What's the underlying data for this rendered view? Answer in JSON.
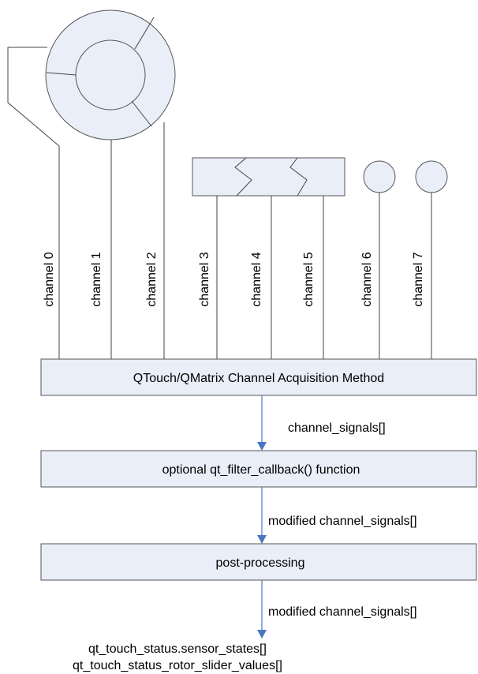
{
  "colors": {
    "box_fill": "#e9eef8",
    "box_stroke": "#555555",
    "wire": "#444444",
    "arrow": "#4a78c0"
  },
  "channels": [
    "channel 0",
    "channel 1",
    "channel 2",
    "channel 3",
    "channel 4",
    "channel 5",
    "channel 6",
    "channel 7"
  ],
  "sensors": {
    "rotor": "rotor-icon",
    "slider": "slider-icon",
    "button_6": "button-icon",
    "button_7": "button-icon"
  },
  "boxes": {
    "acquisition": "QTouch/QMatrix Channel Acquisition Method",
    "filter": "optional qt_filter_callback() function",
    "post_processing": "post-processing"
  },
  "flows": {
    "signals": "channel_signals[]",
    "modified_1": "modified channel_signals[]",
    "modified_2": "modified channel_signals[]"
  },
  "outputs": {
    "sensor_states": "qt_touch_status.sensor_states[]",
    "rotor_slider_values": "qt_touch_status_rotor_slider_values[]"
  }
}
